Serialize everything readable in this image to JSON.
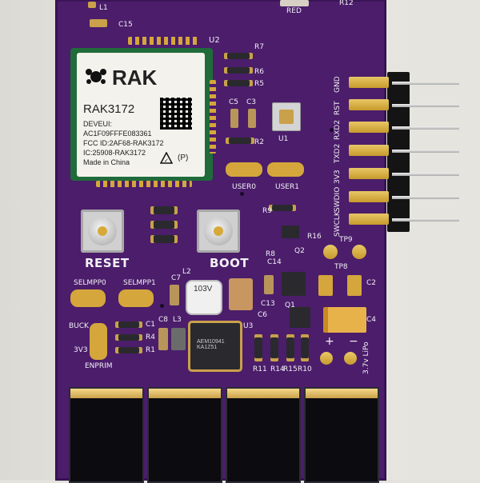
{
  "board": {
    "module": {
      "brand": "RAK",
      "model": "RAK3172",
      "deveui": "DEVEUI:",
      "deveui_value": "AC1F09FFFE083361",
      "fcc": "FCC ID:2AF68-RAK3172",
      "ic": "IC:25908-RAK3172",
      "made_in": "Made in China",
      "mark": "(P)"
    },
    "silkscreen": {
      "red": "RED",
      "r12": "R12",
      "l1": "L1",
      "c15": "C15",
      "u2": "U2",
      "r7": "R7",
      "r6": "R6",
      "r5": "R5",
      "c5": "C5",
      "c3": "C3",
      "u1": "U1",
      "r2": "R2",
      "user0": "USER0",
      "user1": "USER1",
      "r9": "R9",
      "r16": "R16",
      "r8": "R8",
      "q2": "Q2",
      "c14": "C14",
      "tp8": "TP8",
      "tp9": "TP9",
      "reset": "RESET",
      "boot": "BOOT",
      "selmpp0": "SELMPP0",
      "selmpp1": "SELMPP1",
      "c7": "C7",
      "l2": "L2",
      "c13": "C13",
      "c2": "C2",
      "c6": "C6",
      "q1": "Q1",
      "c4": "C4",
      "buck": "BUCK",
      "three_v3": "3V3",
      "enprim": "ENPRIM",
      "c1": "C1",
      "r4": "R4",
      "r1": "R1",
      "c8": "C8",
      "l3": "L3",
      "u3": "U3",
      "r11": "R11",
      "r14": "R14",
      "r15": "R15",
      "r10": "R10",
      "plus": "+",
      "minus": "−",
      "lipo": "3.7v LiPo",
      "ic_marking": "AEM10941 KA1Z51",
      "inductor_marking": "103V"
    },
    "header_pins": [
      "GND",
      "RST",
      "RXD2",
      "TXD2",
      "3V3",
      "SWDIO",
      "SWCLK"
    ],
    "colors": {
      "pcb": "#4b1d6b",
      "gold": "#d4a63c",
      "module_green": "#1f6b3a",
      "solar": "#0c0c10"
    }
  }
}
